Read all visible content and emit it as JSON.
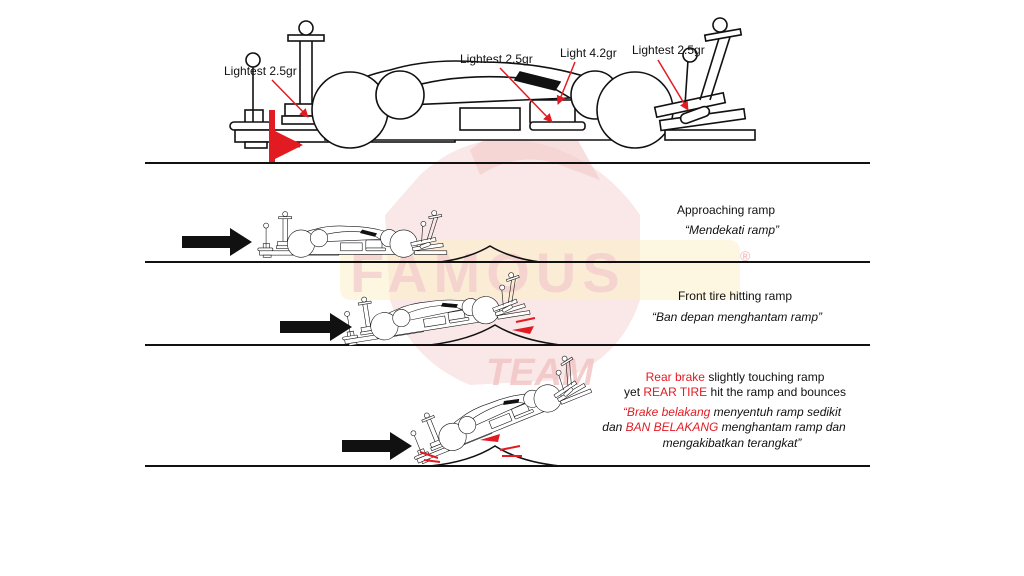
{
  "watermark": {
    "brand": "FAMOUS",
    "team": "TEAM",
    "registered": "®"
  },
  "callouts": {
    "front_stabilizer": "Lightest 2.5gr",
    "body_mass_front": "Lightest 2.5gr",
    "body_mass_rear": "Light 4.2gr",
    "rear_stabilizer": "Lightest 2.5gr"
  },
  "stages": [
    {
      "en": "Approaching ramp",
      "id": "“Mendekati ramp”"
    },
    {
      "en": "Front tire hitting ramp",
      "id": "“Ban depan menghantam ramp”"
    },
    {
      "en_line1_red": "Rear brake",
      "en_line1_rest": " slightly touching ramp",
      "en_line2_pre": "yet ",
      "en_line2_red": "REAR TIRE",
      "en_line2_rest": " hit the ramp and bounces",
      "id_line1_red": "“Brake belakang",
      "id_line1_rest": " menyentuh ramp sedikit",
      "id_line2_pre": "dan ",
      "id_line2_red": "BAN BELAKANG",
      "id_line2_rest": " menghantam ramp dan",
      "id_line3": "mengakibatkan terangkat”"
    }
  ],
  "colors": {
    "accent_red": "#e21b23",
    "ink": "#111111",
    "watermark_red": "#f6d3d3",
    "watermark_yellow": "#fbf1c9"
  }
}
